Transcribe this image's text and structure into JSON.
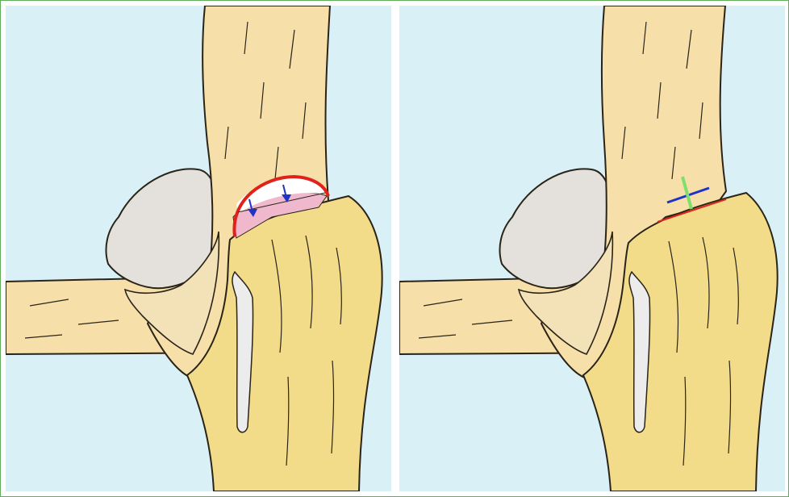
{
  "figure": {
    "panels": [
      {
        "id": "before",
        "marker": "wedge-with-arrows"
      },
      {
        "id": "after",
        "marker": "cross-marker"
      }
    ]
  },
  "colors": {
    "frame_border": "#5fae5a",
    "background": "#d8f0f6",
    "upper_bone": "#f7dfaa",
    "lower_bone": "#f2dc8a",
    "patella": "#e4e1dc",
    "cartilage": "#ececec",
    "outline": "#2a2418",
    "wedge_outline": "#e0231a",
    "wedge_fill": "#f0b8cc",
    "arrow": "#1f33c8",
    "cross_blue": "#1f33c8",
    "cross_green": "#7ee06a"
  }
}
